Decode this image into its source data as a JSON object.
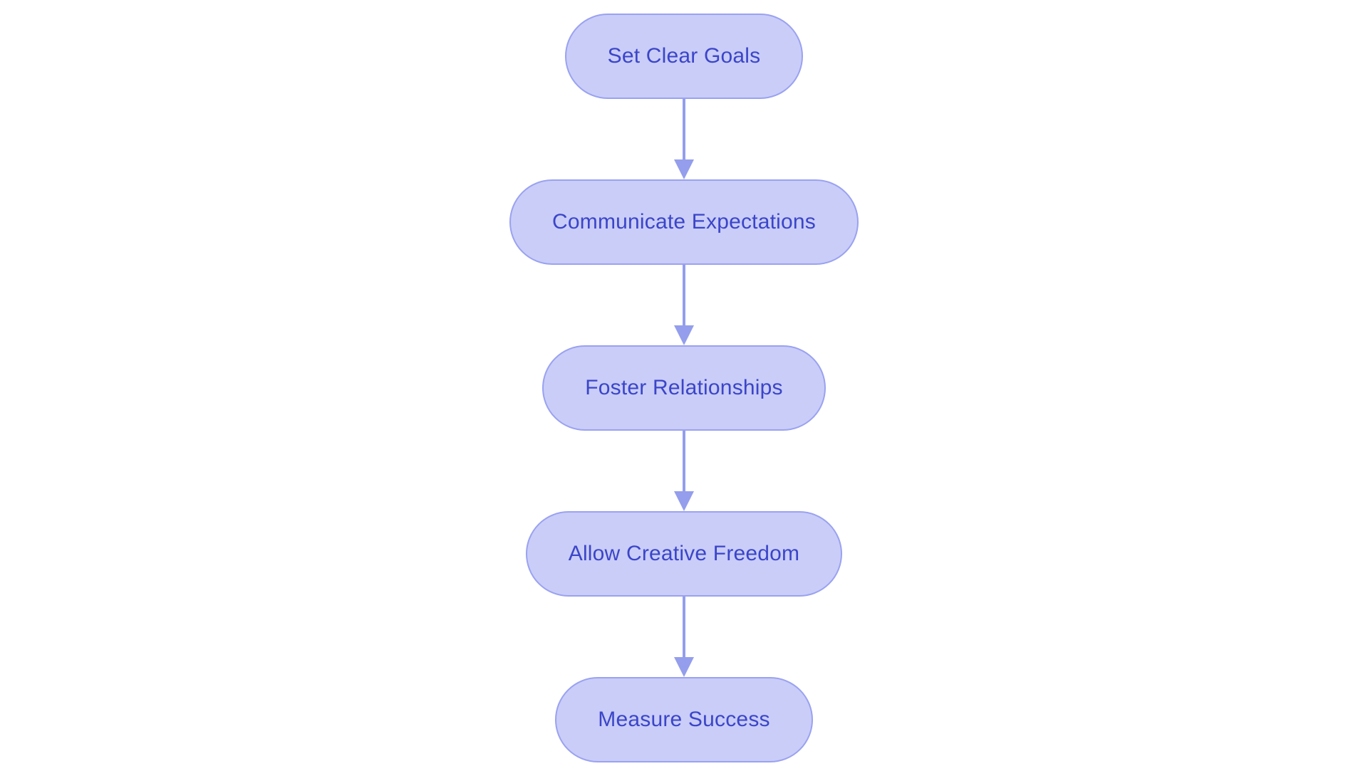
{
  "colors": {
    "background": "#ffffff",
    "node-fill": "#c9cdf8",
    "node-border": "#9aa2f0",
    "text-color": "#3b45c8",
    "arrow-color": "#949eec"
  },
  "diagram_type": "vertical-flowchart",
  "nodes": [
    {
      "id": "set-clear-goals",
      "label": "Set Clear Goals"
    },
    {
      "id": "communicate-expectations",
      "label": "Communicate Expectations"
    },
    {
      "id": "foster-relationships",
      "label": "Foster Relationships"
    },
    {
      "id": "allow-creative-freedom",
      "label": "Allow Creative Freedom"
    },
    {
      "id": "measure-success",
      "label": "Measure Success"
    }
  ],
  "edges": [
    {
      "from": "set-clear-goals",
      "to": "communicate-expectations"
    },
    {
      "from": "communicate-expectations",
      "to": "foster-relationships"
    },
    {
      "from": "foster-relationships",
      "to": "allow-creative-freedom"
    },
    {
      "from": "allow-creative-freedom",
      "to": "measure-success"
    }
  ]
}
